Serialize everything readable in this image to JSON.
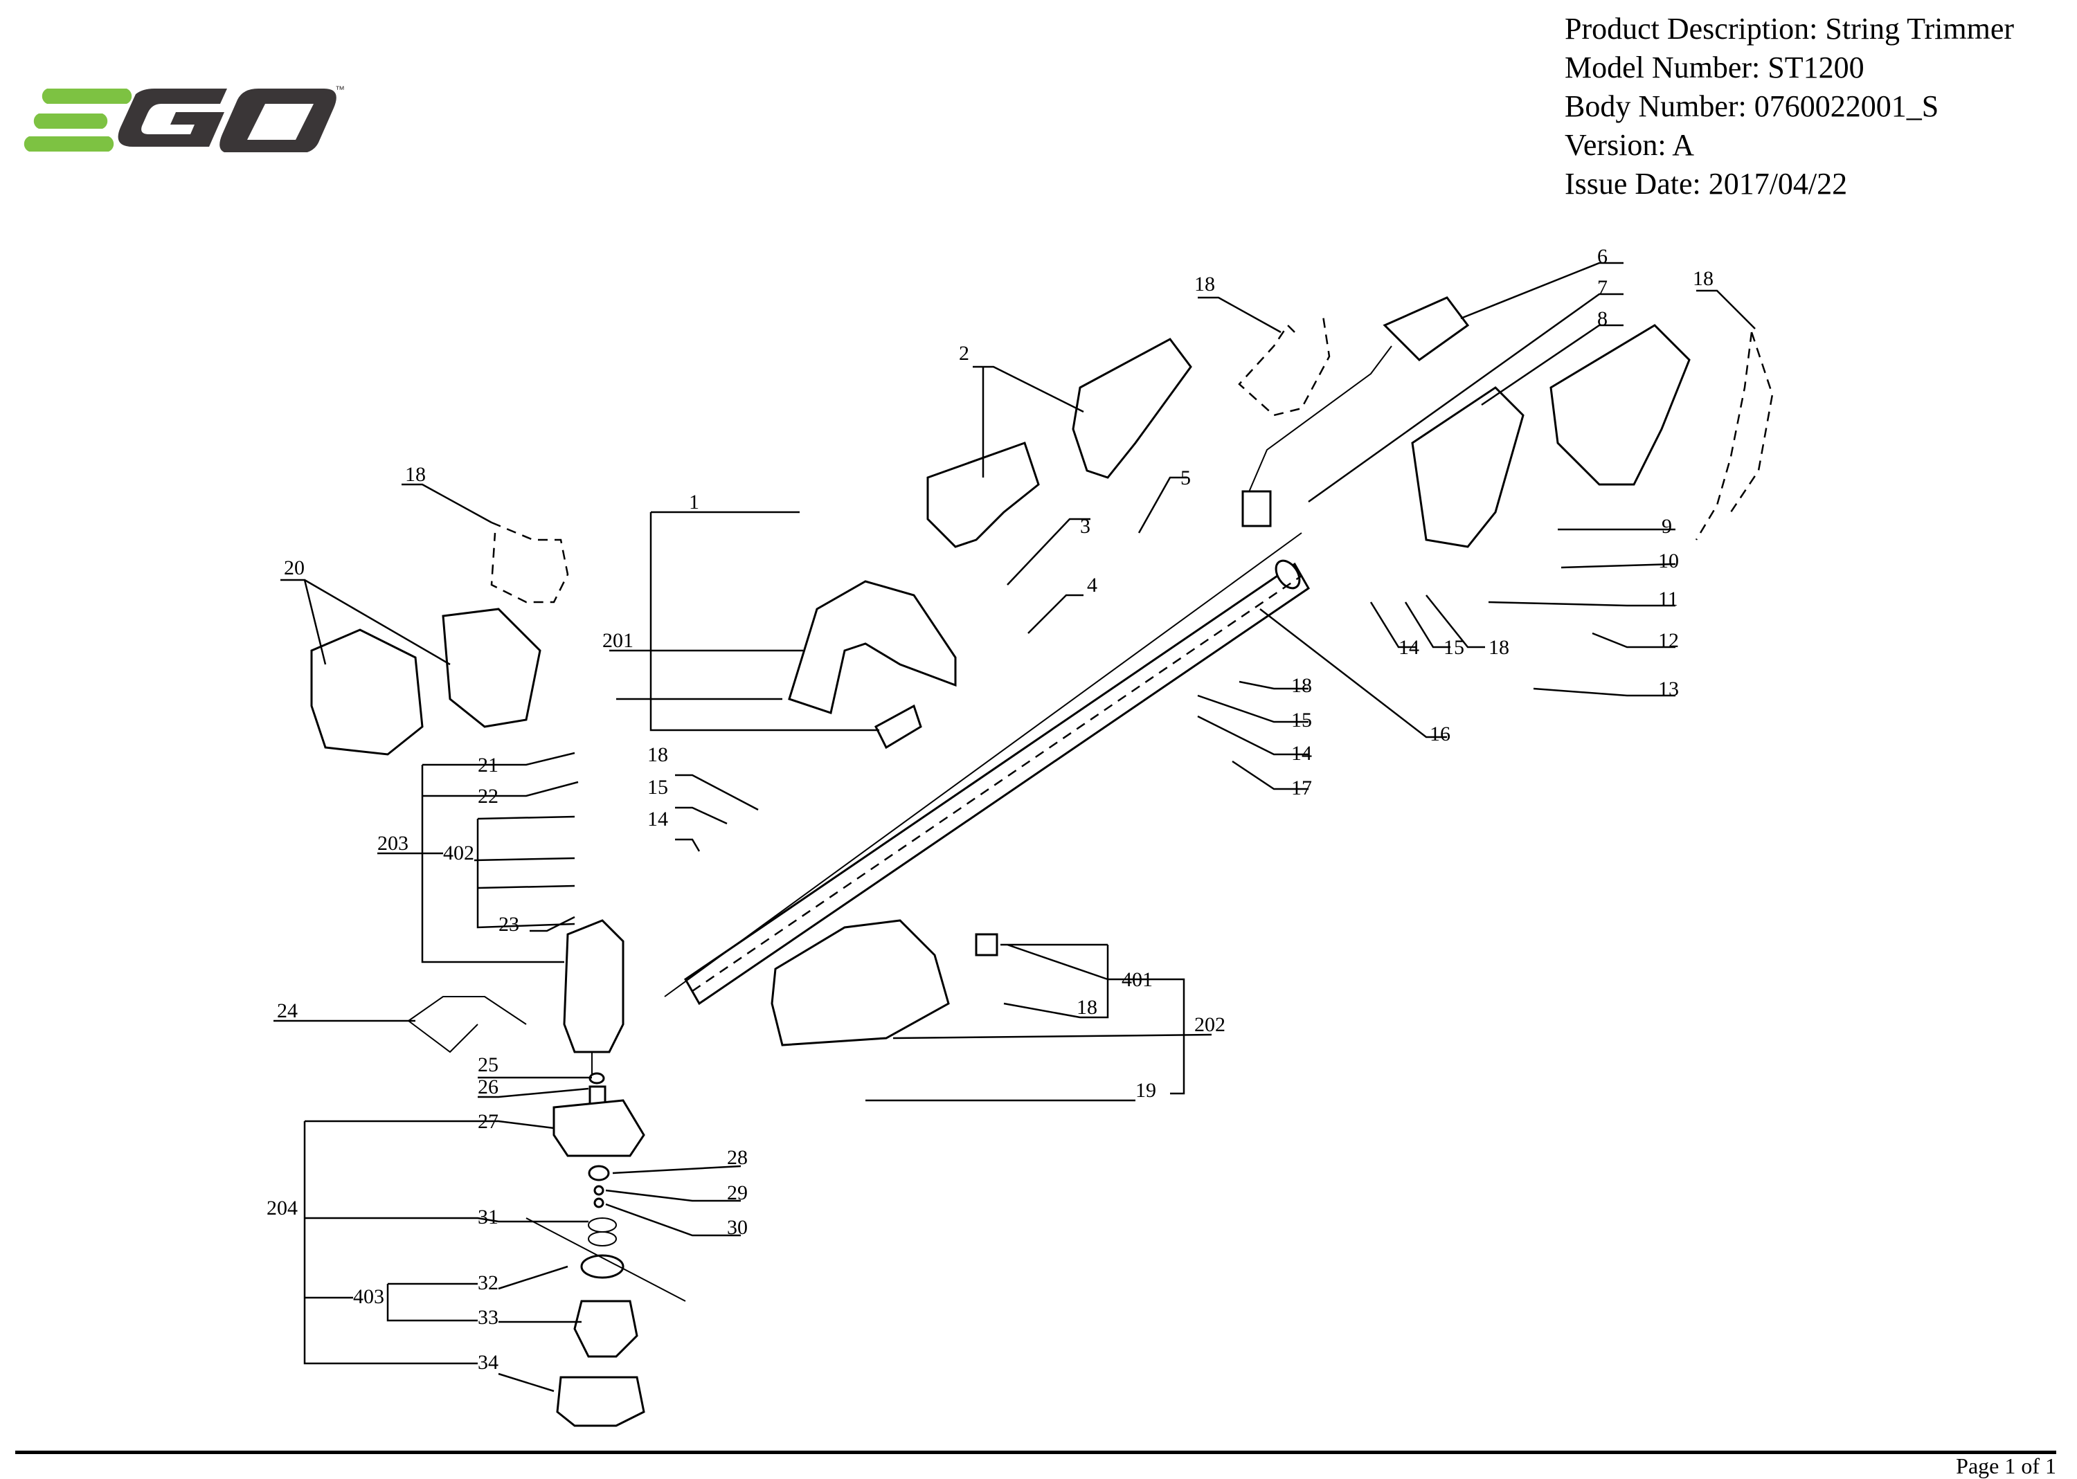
{
  "brand": {
    "logo_text": "EGO",
    "trademark": "™",
    "colors": {
      "green": "#7dc242",
      "dark": "#3a3637"
    }
  },
  "product_info": {
    "description": "Product Description: String Trimmer",
    "model": "Model Number: ST1200",
    "body": "Body Number: 0760022001_S",
    "version": "Version: A",
    "issue_date": "Issue Date: 2017/04/22"
  },
  "callouts": {
    "c1": "1",
    "c2": "2",
    "c3": "3",
    "c4": "4",
    "c5": "5",
    "c6": "6",
    "c7": "7",
    "c8": "8",
    "c9": "9",
    "c10": "10",
    "c11": "11",
    "c12": "12",
    "c13": "13",
    "c14a": "14",
    "c15a": "15",
    "c18a": "18",
    "c16": "16",
    "c18b": "18",
    "c15b": "15",
    "c14b": "14",
    "c17": "17",
    "c18_top": "18",
    "c18_right": "18",
    "c18_left": "18",
    "c20": "20",
    "c201": "201",
    "c21": "21",
    "c22": "22",
    "c203": "203",
    "c402": "402",
    "c23": "23",
    "c18_mid": "18",
    "c15_mid": "15",
    "c14_mid": "14",
    "c24": "24",
    "c25": "25",
    "c26": "26",
    "c27": "27",
    "c28": "28",
    "c29": "29",
    "c30": "30",
    "c204": "204",
    "c31": "31",
    "c32": "32",
    "c403": "403",
    "c33": "33",
    "c34": "34",
    "c401": "401",
    "c18_guard": "18",
    "c202": "202",
    "c19": "19"
  },
  "footer": {
    "page": "Page 1 of 1"
  }
}
